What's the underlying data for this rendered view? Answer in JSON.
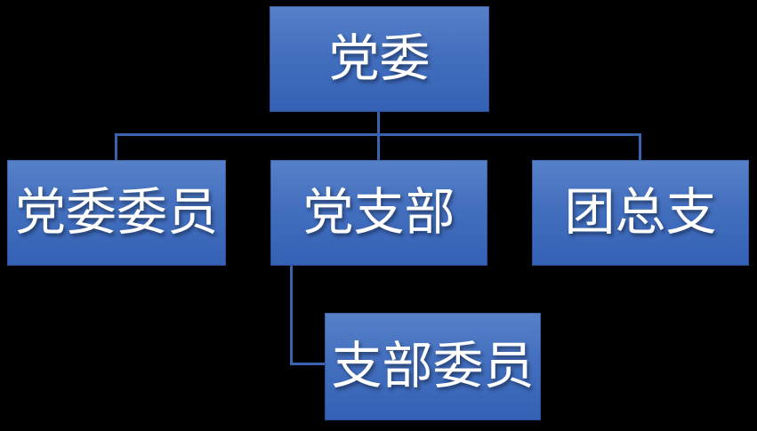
{
  "page": {
    "background": "#000000"
  },
  "org_chart": {
    "type": "org-chart",
    "nodes": [
      {
        "id": "party-committee",
        "label": "党委",
        "level": 1
      },
      {
        "id": "party-committee-members",
        "label": "党委委员",
        "level": 2
      },
      {
        "id": "party-branch",
        "label": "党支部",
        "level": 2
      },
      {
        "id": "league-general-branch",
        "label": "团总支",
        "level": 2
      },
      {
        "id": "branch-members",
        "label": "支部委员",
        "level": 3
      }
    ],
    "edges": [
      {
        "from": "party-committee",
        "to": "party-committee-members",
        "style": "elbow"
      },
      {
        "from": "party-committee",
        "to": "party-branch",
        "style": "straight"
      },
      {
        "from": "party-committee",
        "to": "league-general-branch",
        "style": "elbow"
      },
      {
        "from": "party-branch",
        "to": "branch-members",
        "style": "elbow"
      }
    ]
  },
  "colors": {
    "background": "#000000",
    "box_gradient_top": "#5681C9",
    "box_gradient_mid": "#4470BF",
    "box_gradient_bottom": "#3561B5",
    "connector_color": "#3A63B0",
    "text_color": "#FFFFFF"
  }
}
